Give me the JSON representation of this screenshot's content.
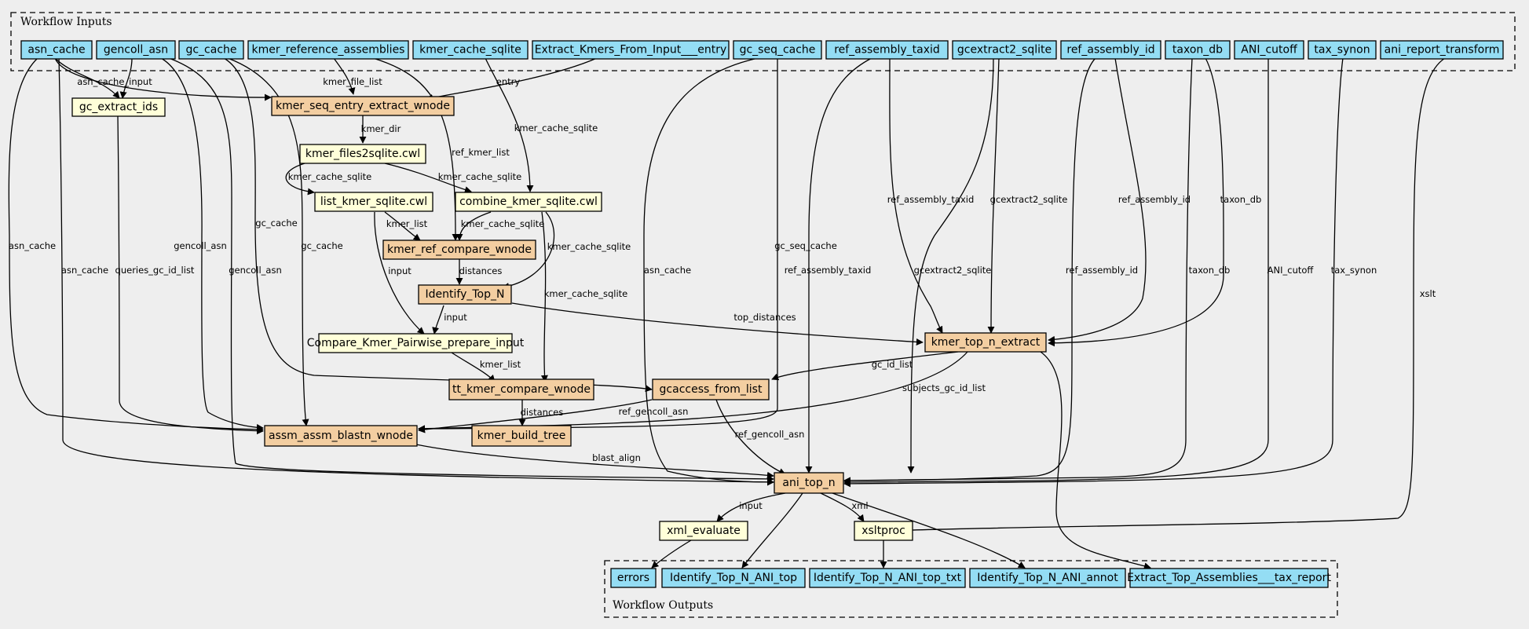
{
  "inputs_title": "Workflow Inputs",
  "outputs_title": "Workflow Outputs",
  "nodes": {
    "asn_cache": "asn_cache",
    "gencoll_asn": "gencoll_asn",
    "gc_cache": "gc_cache",
    "kmer_reference_assemblies": "kmer_reference_assemblies",
    "kmer_cache_sqlite": "kmer_cache_sqlite",
    "extract_kmers_entry": "Extract_Kmers_From_Input___entry",
    "gc_seq_cache": "gc_seq_cache",
    "ref_assembly_taxid": "ref_assembly_taxid",
    "gcextract2_sqlite": "gcextract2_sqlite",
    "ref_assembly_id": "ref_assembly_id",
    "taxon_db": "taxon_db",
    "ani_cutoff": "ANI_cutoff",
    "tax_synon": "tax_synon",
    "ani_report_transform": "ani_report_transform",
    "gc_extract_ids": "gc_extract_ids",
    "kmer_seq_entry_extract_wnode": "kmer_seq_entry_extract_wnode",
    "kmer_files2sqlite": "kmer_files2sqlite.cwl",
    "list_kmer_sqlite": "list_kmer_sqlite.cwl",
    "combine_kmer_sqlite": "combine_kmer_sqlite.cwl",
    "kmer_ref_compare_wnode": "kmer_ref_compare_wnode",
    "identify_top_n": "Identify_Top_N",
    "compare_kmer_pairwise": "Compare_Kmer_Pairwise_prepare_input",
    "kmer_top_n_extract": "kmer_top_n_extract",
    "tt_kmer_compare_wnode": "tt_kmer_compare_wnode",
    "gcaccess_from_list": "gcaccess_from_list",
    "assm_assm_blastn_wnode": "assm_assm_blastn_wnode",
    "kmer_build_tree": "kmer_build_tree",
    "ani_top_n": "ani_top_n",
    "xml_evaluate": "xml_evaluate",
    "xsltproc": "xsltproc",
    "errors": "errors",
    "identify_top_n_ani_top": "Identify_Top_N_ANI_top",
    "identify_top_n_ani_top_txt": "Identify_Top_N_ANI_top_txt",
    "identify_top_n_ani_annot": "Identify_Top_N_ANI_annot",
    "extract_top_assemblies": "Extract_Top_Assemblies___tax_report"
  },
  "edge_labels": {
    "asn_cache_input": "asn_cache_input",
    "kmer_file_list": "kmer_file_list",
    "entry": "entry",
    "kmer_dir": "kmer_dir",
    "ref_kmer_list": "ref_kmer_list",
    "kmer_cache_sqlite_a": "kmer_cache_sqlite",
    "kmer_cache_sqlite_b": "kmer_cache_sqlite",
    "kmer_cache_sqlite_c": "kmer_cache_sqlite",
    "kmer_cache_sqlite_d": "kmer_cache_sqlite",
    "kmer_cache_sqlite_e": "kmer_cache_sqlite",
    "kmer_cache_sqlite_f": "kmer_cache_sqlite",
    "kmer_list_a": "kmer_list",
    "kmer_list_b": "kmer_list",
    "distances_a": "distances",
    "distances_b": "distances",
    "input_a": "input",
    "input_b": "input",
    "input_c": "input",
    "top_distances": "top_distances",
    "gc_id_list": "gc_id_list",
    "subjects_gc_id_list": "subjects_gc_id_list",
    "ref_gencoll_asn_a": "ref_gencoll_asn",
    "ref_gencoll_asn_b": "ref_gencoll_asn",
    "blast_align": "blast_align",
    "asn_cache_a": "asn_cache",
    "asn_cache_b": "asn_cache",
    "asn_cache_c": "asn_cache",
    "queries_gc_id_list": "queries_gc_id_list",
    "gencoll_asn_a": "gencoll_asn",
    "gencoll_asn_b": "gencoll_asn",
    "gc_cache_a": "gc_cache",
    "gc_cache_b": "gc_cache",
    "gc_seq_cache": "gc_seq_cache",
    "ref_assembly_taxid_a": "ref_assembly_taxid",
    "ref_assembly_taxid_b": "ref_assembly_taxid",
    "gcextract2_sqlite_a": "gcextract2_sqlite",
    "gcextract2_sqlite_b": "gcextract2_sqlite",
    "ref_assembly_id_a": "ref_assembly_id",
    "ref_assembly_id_b": "ref_assembly_id",
    "taxon_db_a": "taxon_db",
    "taxon_db_b": "taxon_db",
    "ani_cutoff": "ANI_cutoff",
    "tax_synon": "tax_synon",
    "xslt": "xslt",
    "xml": "xml"
  }
}
